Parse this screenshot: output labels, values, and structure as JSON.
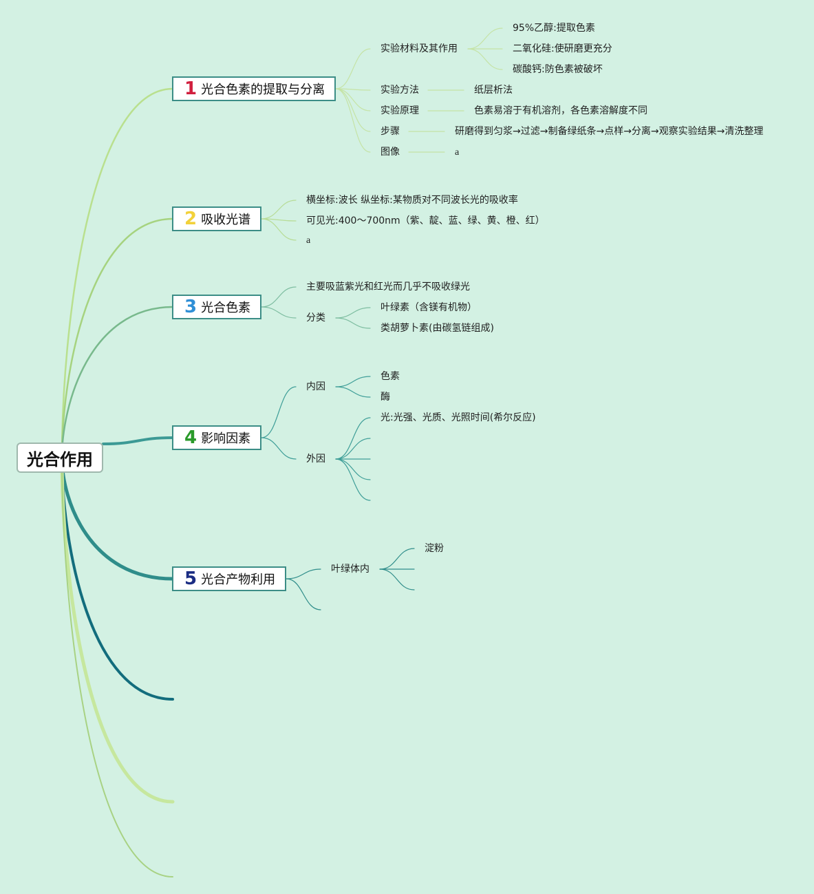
{
  "root": {
    "label": "光合作用"
  },
  "colors": {
    "background": "#d3f1e3",
    "num1": "#d1203f",
    "num2": "#f2d13a",
    "num3": "#2f8fd6",
    "num4": "#2a9a2a",
    "num5": "#1b2d83"
  },
  "topics": [
    {
      "num": "1",
      "label": "光合色素的提取与分离",
      "children": [
        {
          "label": "实验材料及其作用",
          "children": [
            "95%乙醇:提取色素",
            "二氧化硅:使研磨更充分",
            "碳酸钙:防色素被破坏"
          ]
        },
        {
          "label": "实验方法",
          "children": [
            "纸层析法"
          ]
        },
        {
          "label": "实验原理",
          "children": [
            "色素易溶于有机溶剂，各色素溶解度不同"
          ]
        },
        {
          "label": "步骤",
          "children": [
            "研磨得到匀浆→过滤→制备绿纸条→点样→分离→观察实验结果→清洗整理"
          ]
        },
        {
          "label": "图像",
          "children": [
            "a"
          ]
        }
      ]
    },
    {
      "num": "2",
      "label": "吸收光谱",
      "children": [
        {
          "label": "横坐标:波长 纵坐标:某物质对不同波长光的吸收率"
        },
        {
          "label": "可见光:400～700nm（紫、靛、蓝、绿、黄、橙、红）"
        },
        {
          "label": "a"
        }
      ]
    },
    {
      "num": "3",
      "label": "光合色素",
      "children": [
        {
          "label": "主要吸蓝紫光和红光而几乎不吸收绿光"
        },
        {
          "label": "分类",
          "children": [
            "叶绿素（含镁有机物）",
            "类胡萝卜素(由碳氢链组成)"
          ]
        }
      ]
    },
    {
      "num": "4",
      "label": "影响因素",
      "children": [
        {
          "label": "内因",
          "children": [
            "色素",
            "酶"
          ]
        },
        {
          "label": "外因",
          "children": [
            "光:光强、光质、光照时间(希尔反应)",
            "",
            "",
            "",
            ""
          ]
        }
      ]
    },
    {
      "num": "5",
      "label": "光合产物利用",
      "children": [
        {
          "label": "叶绿体内",
          "children": [
            "淀粉",
            "",
            ""
          ]
        },
        {
          "label": ""
        }
      ]
    }
  ]
}
